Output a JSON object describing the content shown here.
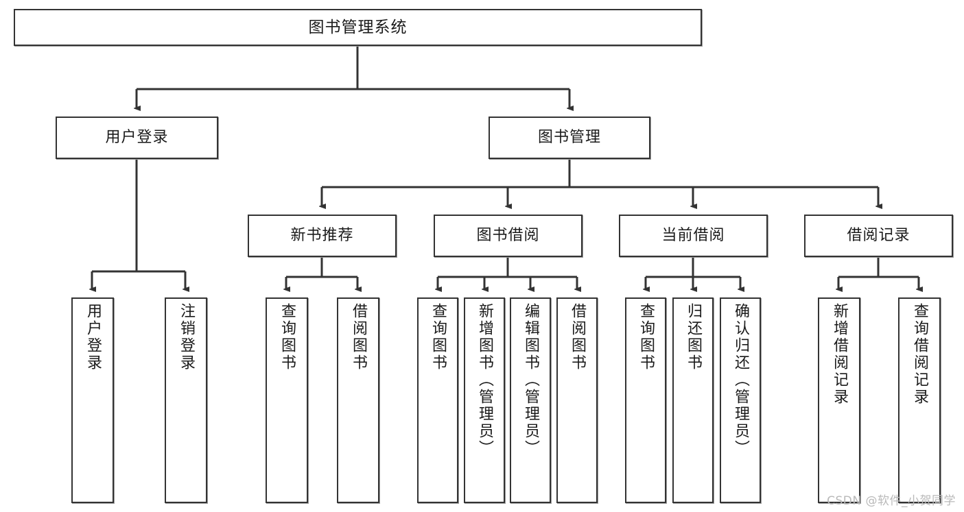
{
  "diagram": {
    "title": "图书管理系统",
    "watermark": "CSDN @软件_小贺同学",
    "line_color": "#333333",
    "box_fill": "#ffffff",
    "text_color": "#1a1a1a",
    "levels": {
      "root": {
        "label": "图书管理系统"
      },
      "level2": [
        {
          "label": "用户登录"
        },
        {
          "label": "图书管理"
        }
      ],
      "level3": [
        {
          "label": "新书推荐"
        },
        {
          "label": "图书借阅"
        },
        {
          "label": "当前借阅"
        },
        {
          "label": "借阅记录"
        }
      ],
      "leaves": {
        "user_login": [
          {
            "label": "用户登录"
          },
          {
            "label": "注销登录"
          }
        ],
        "new_book_recommend": [
          {
            "label": "查询图书"
          },
          {
            "label": "借阅图书"
          }
        ],
        "book_borrow": [
          {
            "label": "查询图书"
          },
          {
            "label": "新增图书（管理员）"
          },
          {
            "label": "编辑图书（管理员）"
          },
          {
            "label": "借阅图书"
          }
        ],
        "current_borrow": [
          {
            "label": "查询图书"
          },
          {
            "label": "归还图书"
          },
          {
            "label": "确认归还（管理员）"
          }
        ],
        "borrow_record": [
          {
            "label": "新增借阅记录"
          },
          {
            "label": "查询借阅记录"
          }
        ]
      }
    }
  }
}
